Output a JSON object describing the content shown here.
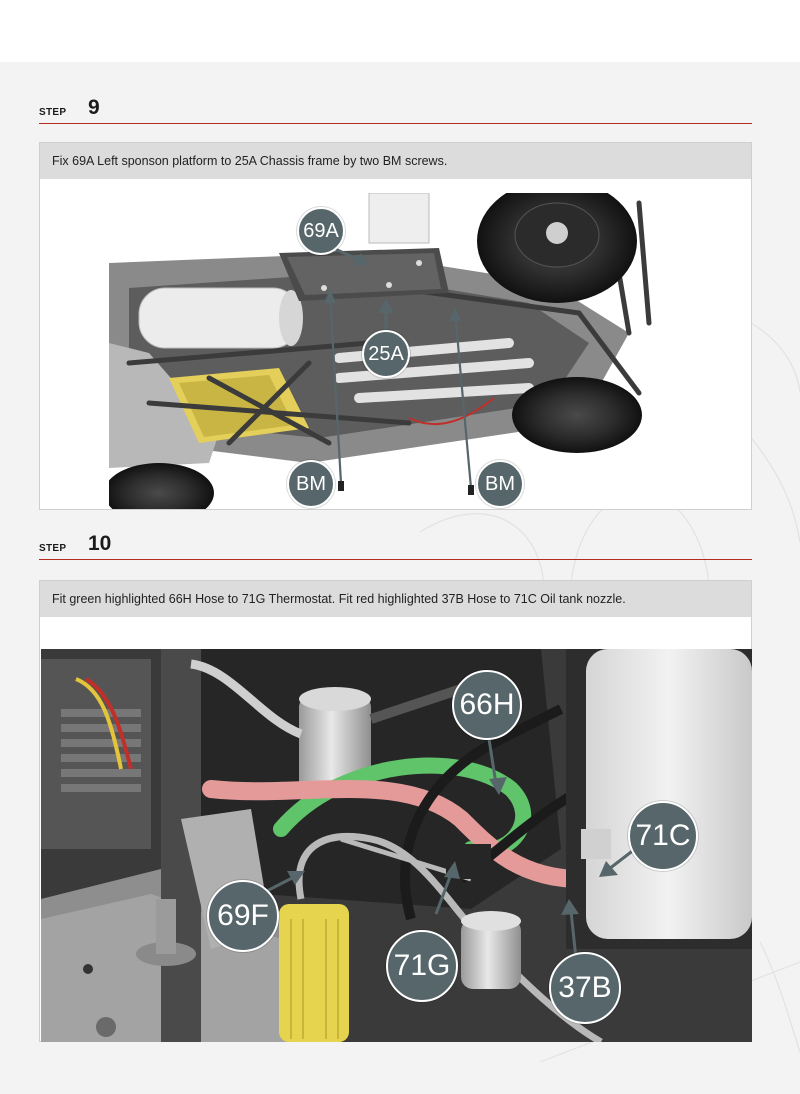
{
  "steps": [
    {
      "word": "step",
      "number": "9",
      "instruction": "Fix 69A Left sponson platform to 25A Chassis frame by two BM screws.",
      "callouts": {
        "c69a": "69A",
        "c25a": "25A",
        "bm_left": "BM",
        "bm_right": "BM"
      }
    },
    {
      "word": "step",
      "number": "10",
      "instruction": "Fit green highlighted 66H Hose to 71G Thermostat. Fit red highlighted 37B Hose to 71C Oil tank nozzle.",
      "callouts": {
        "c66h": "66H",
        "c71c": "71C",
        "c69f": "69F",
        "c71g": "71G",
        "c37b": "37B"
      }
    }
  ],
  "colors": {
    "accent_rule": "#b52b22",
    "callout_fill": "#56666a",
    "instruction_bar": "#dcdcdc",
    "green_highlight": "#5fc46a",
    "red_highlight": "#e59a9a"
  }
}
